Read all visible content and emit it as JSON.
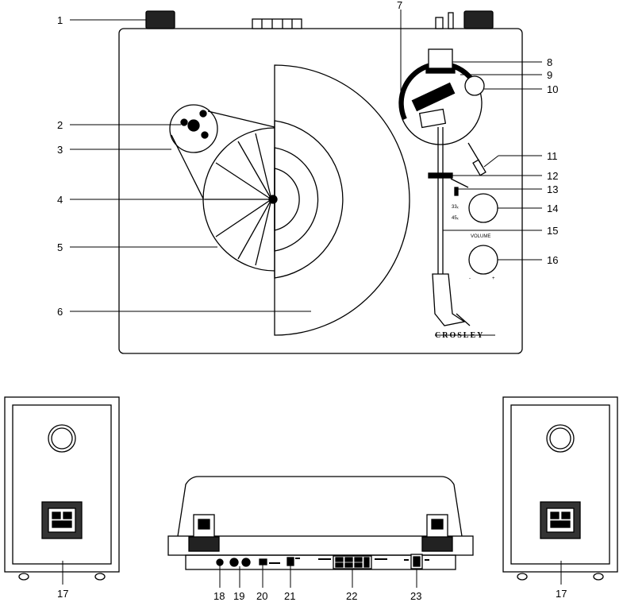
{
  "callouts": {
    "c1": "1",
    "c2": "2",
    "c3": "3",
    "c4": "4",
    "c5": "5",
    "c6": "6",
    "c7": "7",
    "c8": "8",
    "c9": "9",
    "c10": "10",
    "c11": "11",
    "c12": "12",
    "c13": "13",
    "c14": "14",
    "c15": "15",
    "c16": "16",
    "c17_left": "17",
    "c17_right": "17",
    "c18": "18",
    "c19": "19",
    "c20": "20",
    "c21": "21",
    "c22": "22",
    "c23": "23"
  },
  "panel": {
    "speed_33": "33ₓ",
    "speed_45": "45ₓ",
    "volume": "VOLUME",
    "vol_min": "-",
    "vol_max": "+",
    "brand": "CROSLEY"
  }
}
